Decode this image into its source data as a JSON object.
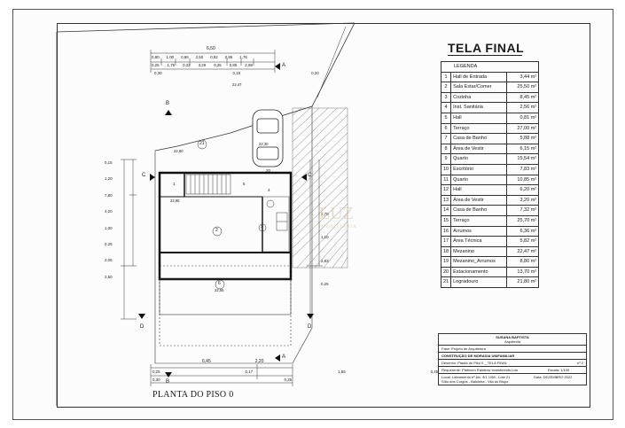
{
  "sheet": {
    "title": "TELA FINAL",
    "plan_title": "PLANTA DO PISO 0",
    "watermark": "LUZ",
    "watermark_sub": "IMOBILIÁRIA"
  },
  "legend": {
    "header": "LEGENDA",
    "rows": [
      {
        "n": "1",
        "name": "Hall de Entrada",
        "area": "3,44 m²"
      },
      {
        "n": "2",
        "name": "Sala Estar/Comer",
        "area": "25,50 m²"
      },
      {
        "n": "3",
        "name": "Cozinha",
        "area": "8,45 m²"
      },
      {
        "n": "4",
        "name": "Inst. Sanitária",
        "area": "2,56 m²"
      },
      {
        "n": "5",
        "name": "Hall",
        "area": "0,81 m²"
      },
      {
        "n": "6",
        "name": "Terraço",
        "area": "27,00 m²"
      },
      {
        "n": "7",
        "name": "Casa de Banho",
        "area": "5,88 m²"
      },
      {
        "n": "8",
        "name": "Área de Vestir",
        "area": "6,15 m²"
      },
      {
        "n": "9",
        "name": "Quarto",
        "area": "15,54 m²"
      },
      {
        "n": "10",
        "name": "Escritório",
        "area": "7,83 m²"
      },
      {
        "n": "11",
        "name": "Quarto",
        "area": "10,85 m²"
      },
      {
        "n": "12",
        "name": "Hall",
        "area": "6,20 m²"
      },
      {
        "n": "13",
        "name": "Área de Vestir",
        "area": "3,20 m²"
      },
      {
        "n": "14",
        "name": "Casa de Banho",
        "area": "7,32 m²"
      },
      {
        "n": "15",
        "name": "Terraço",
        "area": "25,70 m²"
      },
      {
        "n": "16",
        "name": "Arrumos",
        "area": "6,36 m²"
      },
      {
        "n": "17",
        "name": "Área Técnica",
        "area": "5,82 m²"
      },
      {
        "n": "18",
        "name": "Mezanino",
        "area": "22,47 m²"
      },
      {
        "n": "19",
        "name": "Mezanino_Arrumos",
        "area": "8,80 m²"
      },
      {
        "n": "20",
        "name": "Estacionamento",
        "area": "13,70 m²"
      },
      {
        "n": "21",
        "name": "Logradouro",
        "area": "21,80 m²"
      }
    ]
  },
  "title_block": {
    "architect_name": "SUSANA BAPTISTA",
    "architect_role": "Arquitecta",
    "phase": "Fase: Projeto de Arquitetura",
    "project": "CONSTRUÇÃO DE MORADIA UNIFAMILIAR",
    "drawing": "Desenho: Planta do Piso 0 _ TELA FINAL",
    "sheet_no": "nº 2",
    "client": "Requerente: Platinum Rainbow Investments Lda",
    "scale": "Escala: 1/100",
    "location": "Local: Loteamento nº Alv. 4/1 1/98 - Lote 21",
    "location2": "Sítio dos Corgos - Balsinha - Vila do Bispo",
    "date": "Data: DEZEMBRO 2022"
  },
  "dimensions": {
    "top_total": "6,50",
    "top_row": [
      "0,80",
      "1,00",
      "0,86",
      "2,50",
      "0,92",
      "0,86",
      "1,76"
    ],
    "top_row2": [
      "0,25",
      "1,76",
      "0,22",
      "3,29",
      "0,25",
      "0,85",
      "2,69"
    ],
    "top_row3": [
      "0,30",
      "0,15",
      "0,20"
    ],
    "bottom_total": [
      "6,45",
      "2,20"
    ],
    "bottom_row": [
      "0,25",
      "0,17",
      "1,55",
      "0,45"
    ],
    "bottom_row2": [
      "0,30",
      "0,25"
    ],
    "left": [
      "7,80",
      "4,20",
      "1,00",
      "2,50",
      "1,20",
      "0,15",
      "0,25",
      "2,06"
    ],
    "right": [
      "3,70",
      "1,10",
      "2,83",
      "0,25"
    ]
  },
  "labels": {
    "room_numbers": [
      "1",
      "2",
      "3",
      "4",
      "5",
      "6",
      "21",
      "20"
    ],
    "levels": [
      "22,47",
      "22,80",
      "22,95",
      "22,30",
      "22,55"
    ],
    "section_letters": [
      "A",
      "A",
      "B",
      "B",
      "C",
      "C",
      "D",
      "D"
    ]
  }
}
